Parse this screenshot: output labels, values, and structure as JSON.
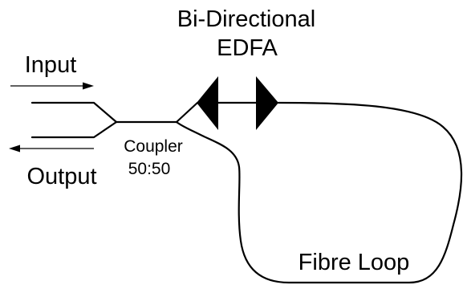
{
  "labels": {
    "amplifier_line1": "Bi-Directional",
    "amplifier_line2": "EDFA",
    "input": "Input",
    "output": "Output",
    "coupler_line1": "Coupler",
    "coupler_line2": "50:50",
    "loop": "Fibre Loop"
  },
  "colors": {
    "stroke": "#000000",
    "background": "#ffffff"
  }
}
